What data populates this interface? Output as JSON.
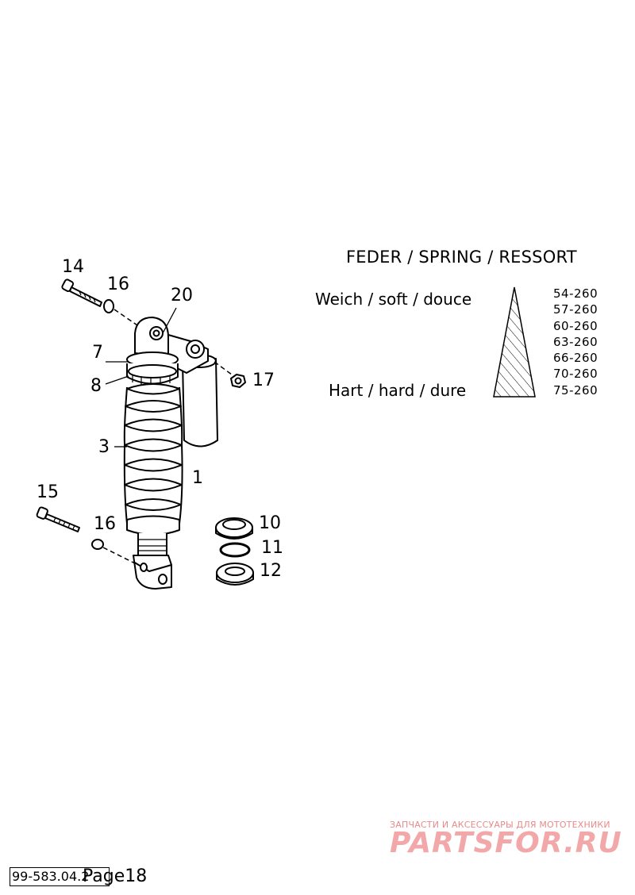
{
  "diagram": {
    "callouts": [
      {
        "id": "c14",
        "label": "14"
      },
      {
        "id": "c16a",
        "label": "16"
      },
      {
        "id": "c20",
        "label": "20"
      },
      {
        "id": "c7",
        "label": "7"
      },
      {
        "id": "c8",
        "label": "8"
      },
      {
        "id": "c17",
        "label": "17"
      },
      {
        "id": "c3",
        "label": "3"
      },
      {
        "id": "c1",
        "label": "1"
      },
      {
        "id": "c15",
        "label": "15"
      },
      {
        "id": "c16b",
        "label": "16"
      },
      {
        "id": "c10",
        "label": "10"
      },
      {
        "id": "c11",
        "label": "11"
      },
      {
        "id": "c12",
        "label": "12"
      }
    ]
  },
  "spring_table": {
    "title": "FEDER / SPRING / RESSORT",
    "soft_label": "Weich / soft / douce",
    "hard_label": "Hart / hard / dure",
    "rates": [
      "54-260",
      "57-260",
      "60-260",
      "63-260",
      "66-260",
      "70-260",
      "75-260"
    ]
  },
  "watermark": {
    "tagline": "ЗАПЧАСТИ И АКСЕССУАРЫ ДЛЯ МОТОТЕХНИКИ",
    "brand": "PARTSFOR.RU"
  },
  "footer": {
    "doc_number": "99-583.04.2",
    "page": "Page18"
  }
}
